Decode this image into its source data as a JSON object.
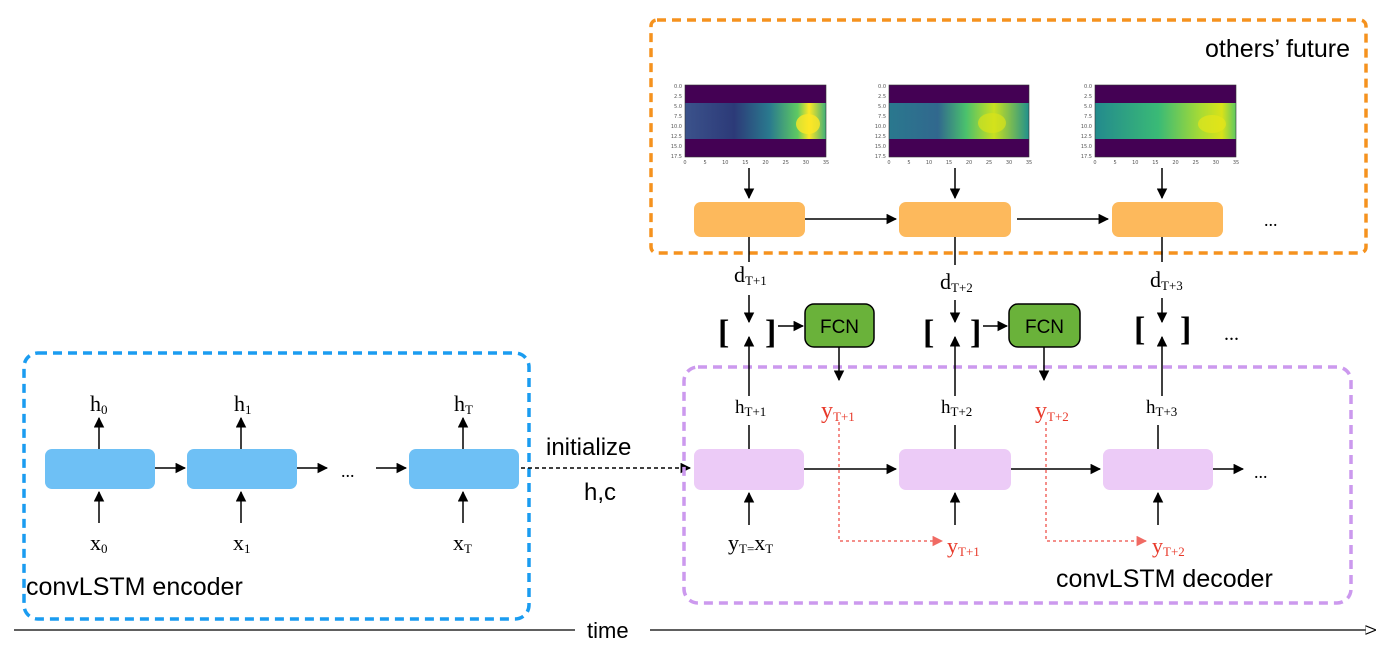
{
  "colors": {
    "encoder_border": "#1a9cf0",
    "encoder_cell": "#6ec0f5",
    "decoder_border": "#cc99ee",
    "decoder_cell": "#eccbf7",
    "others_border": "#f5921e",
    "others_cell": "#fdb95c",
    "fcn_fill": "#6ab23a",
    "prediction_text": "#e8392a",
    "dotted_arrow": "#f06a63"
  },
  "encoder": {
    "label": "convLSTM encoder",
    "hidden": [
      {
        "base": "h",
        "sub": "0"
      },
      {
        "base": "h",
        "sub": "1"
      },
      {
        "base": "h",
        "sub": "T"
      }
    ],
    "inputs": [
      {
        "base": "x",
        "sub": "0"
      },
      {
        "base": "x",
        "sub": "1"
      },
      {
        "base": "x",
        "sub": "T"
      }
    ],
    "ellipsis": "..."
  },
  "bridge": {
    "label_line1": "initialize",
    "label_line2": "h,c"
  },
  "decoder": {
    "label": "convLSTM decoder",
    "hidden": [
      {
        "base": "h",
        "sub": "T+1"
      },
      {
        "base": "h",
        "sub": "T+2"
      },
      {
        "base": "h",
        "sub": "T+3"
      }
    ],
    "first_input": {
      "base1": "y",
      "sub1": "T=",
      "base2": "x",
      "sub2": "T"
    },
    "fed_back_inputs": [
      {
        "base": "y",
        "sub": "T+1"
      },
      {
        "base": "y",
        "sub": "T+2"
      }
    ],
    "ellipsis": "..."
  },
  "others": {
    "label": "others’ future",
    "features": [
      {
        "base": "d",
        "sub": "T+1"
      },
      {
        "base": "d",
        "sub": "T+2"
      },
      {
        "base": "d",
        "sub": "T+3"
      }
    ],
    "ellipsis": "...",
    "heatmap_y_ticks": [
      "0.0",
      "2.5",
      "5.0",
      "7.5",
      "10.0",
      "12.5",
      "15.0",
      "17.5"
    ],
    "heatmap_x_ticks": [
      "0",
      "5",
      "10",
      "15",
      "20",
      "25",
      "30",
      "35"
    ]
  },
  "concat": {
    "left_bracket": "[",
    "right_bracket": "]",
    "ellipsis": "..."
  },
  "fcn": {
    "label": "FCN"
  },
  "predictions": [
    {
      "base": "y",
      "sub": "T+1"
    },
    {
      "base": "y",
      "sub": "T+2"
    }
  ],
  "time_axis": {
    "label": "time"
  }
}
